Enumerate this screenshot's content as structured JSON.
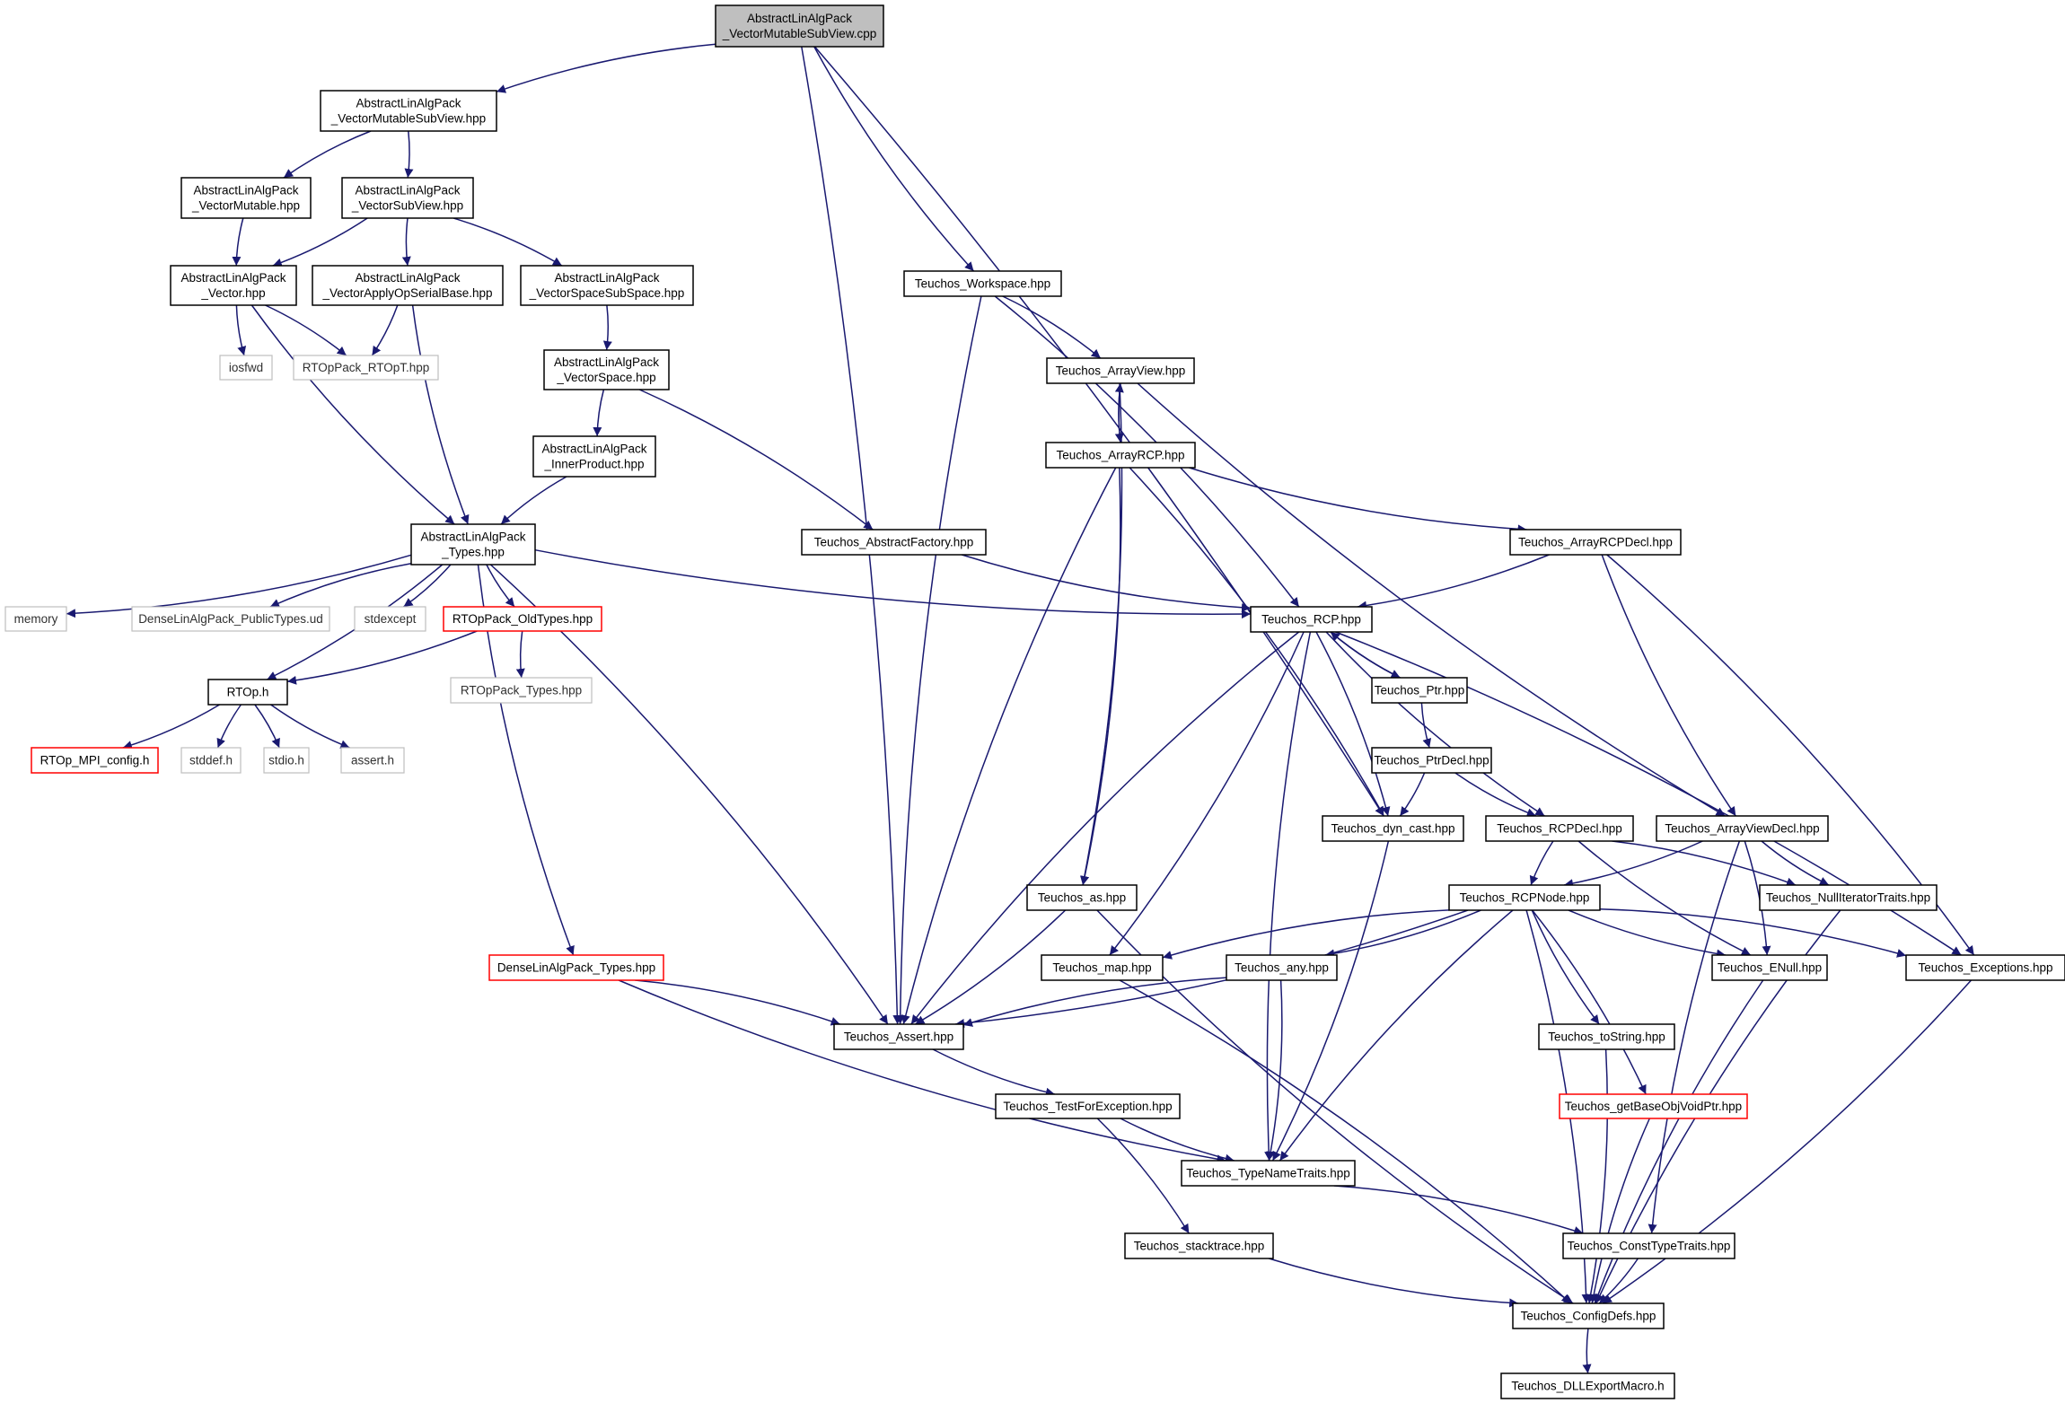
{
  "nodes": [
    {
      "id": "root",
      "lines": [
        "AbstractLinAlgPack",
        "_VectorMutableSubView.cpp"
      ],
      "kind": "root"
    },
    {
      "id": "vmsv_h",
      "lines": [
        "AbstractLinAlgPack",
        "_VectorMutableSubView.hpp"
      ],
      "kind": "normal"
    },
    {
      "id": "vm_h",
      "lines": [
        "AbstractLinAlgPack",
        "_VectorMutable.hpp"
      ],
      "kind": "normal"
    },
    {
      "id": "vsv_h",
      "lines": [
        "AbstractLinAlgPack",
        "_VectorSubView.hpp"
      ],
      "kind": "normal"
    },
    {
      "id": "vec_h",
      "lines": [
        "AbstractLinAlgPack",
        "_Vector.hpp"
      ],
      "kind": "normal"
    },
    {
      "id": "vaosb_h",
      "lines": [
        "AbstractLinAlgPack",
        "_VectorApplyOpSerialBase.hpp"
      ],
      "kind": "normal"
    },
    {
      "id": "vsss_h",
      "lines": [
        "AbstractLinAlgPack",
        "_VectorSpaceSubSpace.hpp"
      ],
      "kind": "normal"
    },
    {
      "id": "iosfwd",
      "lines": [
        "iosfwd"
      ],
      "kind": "system"
    },
    {
      "id": "rtopt",
      "lines": [
        "RTOpPack_RTOpT.hpp"
      ],
      "kind": "system"
    },
    {
      "id": "vs_h",
      "lines": [
        "AbstractLinAlgPack",
        "_VectorSpace.hpp"
      ],
      "kind": "normal"
    },
    {
      "id": "ip_h",
      "lines": [
        "AbstractLinAlgPack",
        "_InnerProduct.hpp"
      ],
      "kind": "normal"
    },
    {
      "id": "types_h",
      "lines": [
        "AbstractLinAlgPack",
        "_Types.hpp"
      ],
      "kind": "normal"
    },
    {
      "id": "memory",
      "lines": [
        "memory"
      ],
      "kind": "system"
    },
    {
      "id": "dlapt",
      "lines": [
        "DenseLinAlgPack_PublicTypes.ud"
      ],
      "kind": "system"
    },
    {
      "id": "stdexcept",
      "lines": [
        "stdexcept"
      ],
      "kind": "system"
    },
    {
      "id": "rtold",
      "lines": [
        "RTOpPack_OldTypes.hpp"
      ],
      "kind": "red"
    },
    {
      "id": "rtop_h",
      "lines": [
        "RTOp.h"
      ],
      "kind": "normal"
    },
    {
      "id": "rtoptypes",
      "lines": [
        "RTOpPack_Types.hpp"
      ],
      "kind": "system"
    },
    {
      "id": "mpi",
      "lines": [
        "RTOp_MPI_config.h"
      ],
      "kind": "red"
    },
    {
      "id": "stddef",
      "lines": [
        "stddef.h"
      ],
      "kind": "system"
    },
    {
      "id": "stdio",
      "lines": [
        "stdio.h"
      ],
      "kind": "system"
    },
    {
      "id": "assert_h",
      "lines": [
        "assert.h"
      ],
      "kind": "system"
    },
    {
      "id": "dlaptypes",
      "lines": [
        "DenseLinAlgPack_Types.hpp"
      ],
      "kind": "red"
    },
    {
      "id": "ws",
      "lines": [
        "Teuchos_Workspace.hpp"
      ],
      "kind": "normal"
    },
    {
      "id": "av",
      "lines": [
        "Teuchos_ArrayView.hpp"
      ],
      "kind": "normal"
    },
    {
      "id": "arcp",
      "lines": [
        "Teuchos_ArrayRCP.hpp"
      ],
      "kind": "normal"
    },
    {
      "id": "af",
      "lines": [
        "Teuchos_AbstractFactory.hpp"
      ],
      "kind": "normal"
    },
    {
      "id": "arcpdecl",
      "lines": [
        "Teuchos_ArrayRCPDecl.hpp"
      ],
      "kind": "normal"
    },
    {
      "id": "rcp",
      "lines": [
        "Teuchos_RCP.hpp"
      ],
      "kind": "normal"
    },
    {
      "id": "ptr",
      "lines": [
        "Teuchos_Ptr.hpp"
      ],
      "kind": "normal"
    },
    {
      "id": "ptrdecl",
      "lines": [
        "Teuchos_PtrDecl.hpp"
      ],
      "kind": "normal"
    },
    {
      "id": "dyncast",
      "lines": [
        "Teuchos_dyn_cast.hpp"
      ],
      "kind": "normal"
    },
    {
      "id": "rcpdecl",
      "lines": [
        "Teuchos_RCPDecl.hpp"
      ],
      "kind": "normal"
    },
    {
      "id": "avdecl",
      "lines": [
        "Teuchos_ArrayViewDecl.hpp"
      ],
      "kind": "normal"
    },
    {
      "id": "as",
      "lines": [
        "Teuchos_as.hpp"
      ],
      "kind": "normal"
    },
    {
      "id": "rcpnode",
      "lines": [
        "Teuchos_RCPNode.hpp"
      ],
      "kind": "normal"
    },
    {
      "id": "nulliter",
      "lines": [
        "Teuchos_NullIteratorTraits.hpp"
      ],
      "kind": "normal"
    },
    {
      "id": "map",
      "lines": [
        "Teuchos_map.hpp"
      ],
      "kind": "normal"
    },
    {
      "id": "any",
      "lines": [
        "Teuchos_any.hpp"
      ],
      "kind": "normal"
    },
    {
      "id": "enull",
      "lines": [
        "Teuchos_ENull.hpp"
      ],
      "kind": "normal"
    },
    {
      "id": "exc",
      "lines": [
        "Teuchos_Exceptions.hpp"
      ],
      "kind": "normal"
    },
    {
      "id": "assert",
      "lines": [
        "Teuchos_Assert.hpp"
      ],
      "kind": "normal"
    },
    {
      "id": "tostring",
      "lines": [
        "Teuchos_toString.hpp"
      ],
      "kind": "normal"
    },
    {
      "id": "tfe",
      "lines": [
        "Teuchos_TestForException.hpp"
      ],
      "kind": "normal"
    },
    {
      "id": "gbovp",
      "lines": [
        "Teuchos_getBaseObjVoidPtr.hpp"
      ],
      "kind": "red"
    },
    {
      "id": "tnt",
      "lines": [
        "Teuchos_TypeNameTraits.hpp"
      ],
      "kind": "normal"
    },
    {
      "id": "st",
      "lines": [
        "Teuchos_stacktrace.hpp"
      ],
      "kind": "normal"
    },
    {
      "id": "ctt",
      "lines": [
        "Teuchos_ConstTypeTraits.hpp"
      ],
      "kind": "normal"
    },
    {
      "id": "cfg",
      "lines": [
        "Teuchos_ConfigDefs.hpp"
      ],
      "kind": "normal"
    },
    {
      "id": "dll",
      "lines": [
        "Teuchos_DLLExportMacro.h"
      ],
      "kind": "normal"
    }
  ],
  "edges": [
    [
      "root",
      "vmsv_h"
    ],
    [
      "root",
      "assert"
    ],
    [
      "root",
      "ws"
    ],
    [
      "root",
      "dyncast"
    ],
    [
      "vmsv_h",
      "vm_h"
    ],
    [
      "vmsv_h",
      "vsv_h"
    ],
    [
      "vm_h",
      "vec_h"
    ],
    [
      "vsv_h",
      "vec_h"
    ],
    [
      "vsv_h",
      "vaosb_h"
    ],
    [
      "vsv_h",
      "vsss_h"
    ],
    [
      "vec_h",
      "iosfwd"
    ],
    [
      "vec_h",
      "rtopt"
    ],
    [
      "vec_h",
      "types_h"
    ],
    [
      "vaosb_h",
      "rtopt"
    ],
    [
      "vaosb_h",
      "types_h"
    ],
    [
      "vsss_h",
      "vs_h"
    ],
    [
      "vs_h",
      "ip_h"
    ],
    [
      "vs_h",
      "af"
    ],
    [
      "ip_h",
      "types_h"
    ],
    [
      "types_h",
      "memory"
    ],
    [
      "types_h",
      "dlapt"
    ],
    [
      "types_h",
      "stdexcept"
    ],
    [
      "types_h",
      "rtold"
    ],
    [
      "types_h",
      "rtop_h"
    ],
    [
      "types_h",
      "dlaptypes"
    ],
    [
      "types_h",
      "assert"
    ],
    [
      "types_h",
      "rcp"
    ],
    [
      "rtold",
      "rtop_h"
    ],
    [
      "rtold",
      "rtoptypes"
    ],
    [
      "rtop_h",
      "mpi"
    ],
    [
      "rtop_h",
      "stddef"
    ],
    [
      "rtop_h",
      "stdio"
    ],
    [
      "rtop_h",
      "assert_h"
    ],
    [
      "dlaptypes",
      "assert"
    ],
    [
      "dlaptypes",
      "tnt"
    ],
    [
      "ws",
      "av"
    ],
    [
      "ws",
      "assert"
    ],
    [
      "ws",
      "rcp"
    ],
    [
      "av",
      "arcp"
    ],
    [
      "av",
      "as"
    ],
    [
      "av",
      "avdecl"
    ],
    [
      "arcp",
      "av"
    ],
    [
      "arcp",
      "arcpdecl"
    ],
    [
      "arcp",
      "as"
    ],
    [
      "arcp",
      "assert"
    ],
    [
      "arcp",
      "dyncast"
    ],
    [
      "af",
      "rcp"
    ],
    [
      "arcpdecl",
      "rcp"
    ],
    [
      "arcpdecl",
      "avdecl"
    ],
    [
      "arcpdecl",
      "exc"
    ],
    [
      "rcp",
      "ptr"
    ],
    [
      "rcp",
      "dyncast"
    ],
    [
      "rcp",
      "rcpdecl"
    ],
    [
      "rcp",
      "exc"
    ],
    [
      "rcp",
      "assert"
    ],
    [
      "rcp",
      "map"
    ],
    [
      "rcp",
      "tnt"
    ],
    [
      "ptr",
      "rcp"
    ],
    [
      "ptr",
      "ptrdecl"
    ],
    [
      "ptrdecl",
      "dyncast"
    ],
    [
      "ptrdecl",
      "rcpdecl"
    ],
    [
      "dyncast",
      "tnt"
    ],
    [
      "rcpdecl",
      "rcpnode"
    ],
    [
      "rcpdecl",
      "nulliter"
    ],
    [
      "rcpdecl",
      "enull"
    ],
    [
      "avdecl",
      "rcpnode"
    ],
    [
      "avdecl",
      "nulliter"
    ],
    [
      "avdecl",
      "enull"
    ],
    [
      "avdecl",
      "ctt"
    ],
    [
      "as",
      "assert"
    ],
    [
      "as",
      "cfg"
    ],
    [
      "rcpnode",
      "assert"
    ],
    [
      "rcpnode",
      "map"
    ],
    [
      "rcpnode",
      "any"
    ],
    [
      "rcpnode",
      "enull"
    ],
    [
      "rcpnode",
      "exc"
    ],
    [
      "rcpnode",
      "tostring"
    ],
    [
      "rcpnode",
      "gbovp"
    ],
    [
      "rcpnode",
      "tnt"
    ],
    [
      "rcpnode",
      "cfg"
    ],
    [
      "nulliter",
      "cfg"
    ],
    [
      "map",
      "cfg"
    ],
    [
      "any",
      "assert"
    ],
    [
      "any",
      "tnt"
    ],
    [
      "enull",
      "cfg"
    ],
    [
      "exc",
      "cfg"
    ],
    [
      "assert",
      "tfe"
    ],
    [
      "tostring",
      "cfg"
    ],
    [
      "tfe",
      "tnt"
    ],
    [
      "tfe",
      "st"
    ],
    [
      "gbovp",
      "cfg"
    ],
    [
      "tnt",
      "ctt"
    ],
    [
      "st",
      "cfg"
    ],
    [
      "ctt",
      "cfg"
    ],
    [
      "cfg",
      "dll"
    ]
  ]
}
